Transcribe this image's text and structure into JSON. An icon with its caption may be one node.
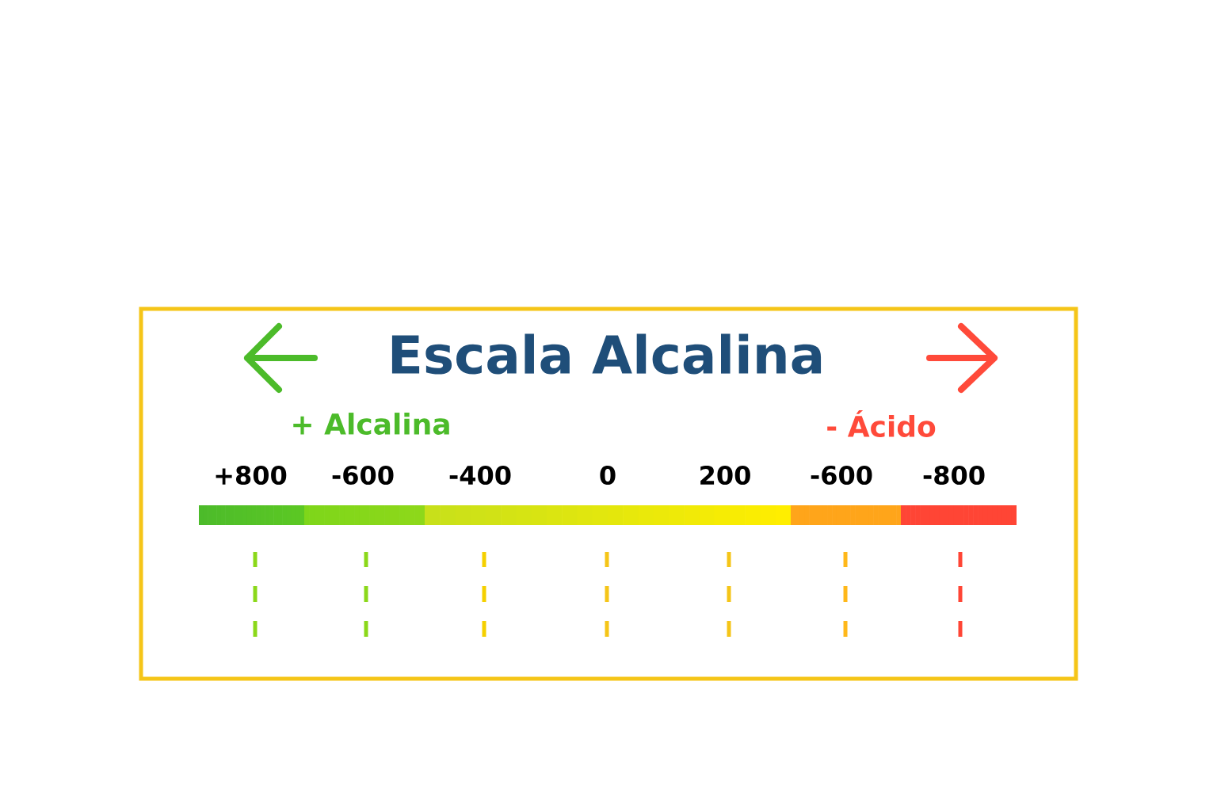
{
  "diagram": {
    "title": "Escala Alcalina",
    "labels": [
      "+ Alcalina",
      "- Ácido",
      "+800",
      "-600",
      "-400",
      "0",
      "200",
      "-600",
      "-800"
    ]
  }
}
